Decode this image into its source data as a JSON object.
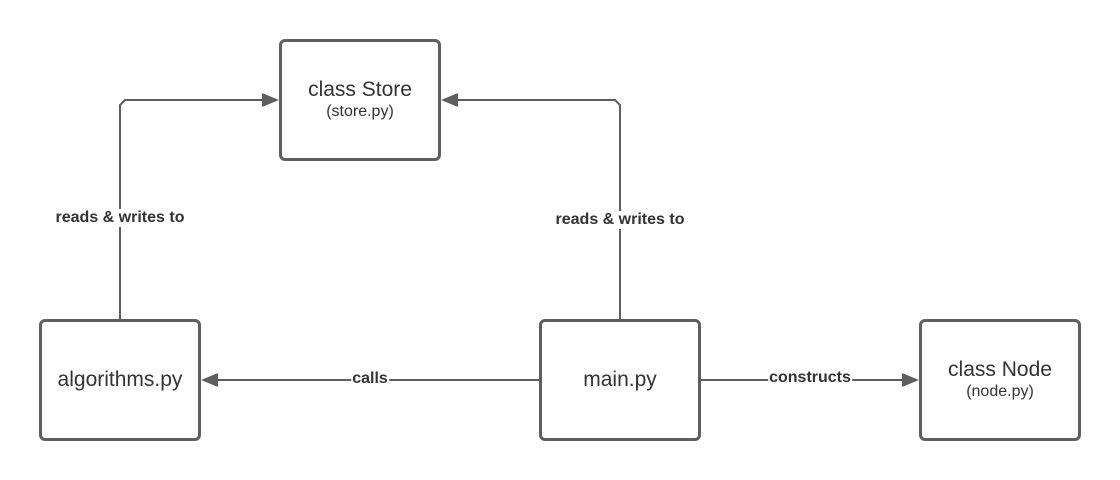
{
  "colors": {
    "stroke": "#5e5e5e",
    "text": "#333333",
    "background": "#ffffff"
  },
  "nodes": {
    "store": {
      "title": "class Store",
      "subtitle": "(store.py)"
    },
    "algorithms": {
      "title": "algorithms.py"
    },
    "main": {
      "title": "main.py"
    },
    "node": {
      "title": "class Node",
      "subtitle": "(node.py)"
    }
  },
  "edges": {
    "algorithms_to_store": {
      "label": "reads & writes to"
    },
    "main_to_store": {
      "label": "reads & writes to"
    },
    "main_to_algorithms": {
      "label": "calls"
    },
    "main_to_node": {
      "label": "constructs"
    }
  }
}
